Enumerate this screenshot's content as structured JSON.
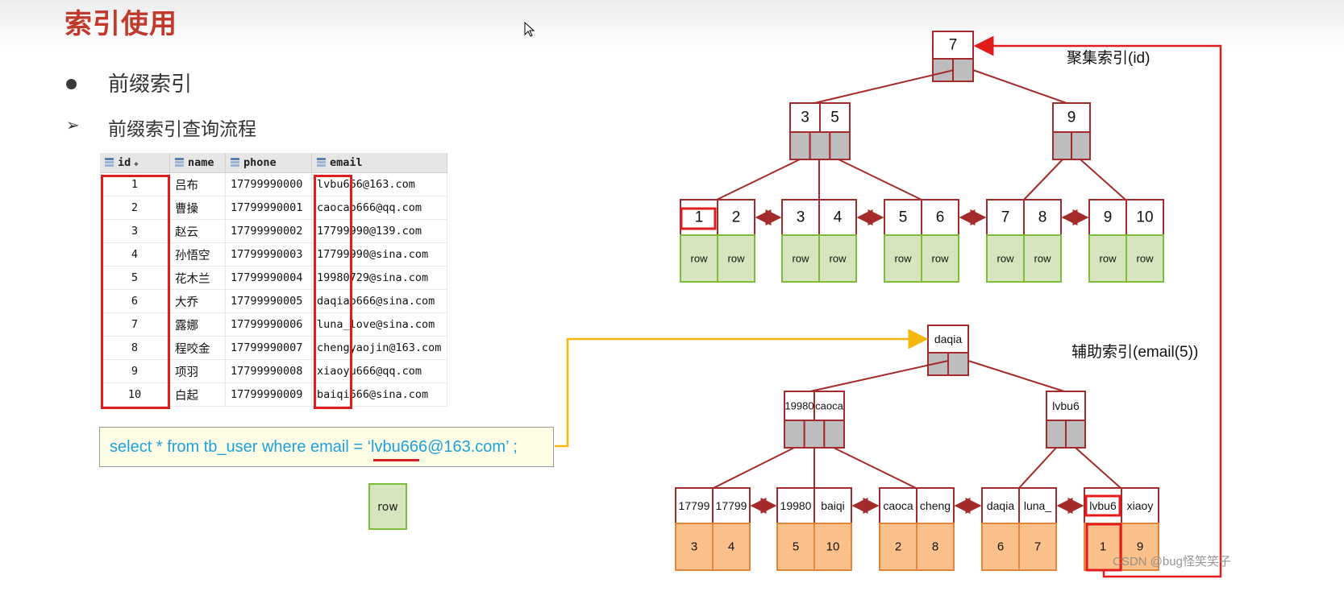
{
  "header": {
    "title": "索引使用"
  },
  "bullets": [
    {
      "marker": "dot",
      "text": "前缀索引"
    },
    {
      "marker": "arrow",
      "text": "前缀索引查询流程"
    }
  ],
  "table": {
    "columns": [
      "id",
      "name",
      "phone",
      "email"
    ],
    "rows": [
      [
        "1",
        "吕布",
        "17799990000",
        "lvbu666@163.com"
      ],
      [
        "2",
        "曹操",
        "17799990001",
        "caocao666@qq.com"
      ],
      [
        "3",
        "赵云",
        "17799990002",
        "17799990@139.com"
      ],
      [
        "4",
        "孙悟空",
        "17799990003",
        "17799990@sina.com"
      ],
      [
        "5",
        "花木兰",
        "17799990004",
        "19980729@sina.com"
      ],
      [
        "6",
        "大乔",
        "17799990005",
        "daqiao666@sina.com"
      ],
      [
        "7",
        "露娜",
        "17799990006",
        "luna_love@sina.com"
      ],
      [
        "8",
        "程咬金",
        "17799990007",
        "chengyaojin@163.com"
      ],
      [
        "9",
        "项羽",
        "17799990008",
        "xiaoyu666@qq.com"
      ],
      [
        "10",
        "白起",
        "17799990009",
        "baiqi666@sina.com"
      ]
    ]
  },
  "query": {
    "sql": "select * from tb_user where email = ‘lvbu666@163.com’ ;"
  },
  "standalone_row": "row",
  "clustered_index": {
    "label": "聚集索引(id)",
    "root": [
      "7"
    ],
    "internal": [
      [
        "3",
        "5"
      ],
      [
        "9"
      ]
    ],
    "leaves": [
      [
        "1",
        "2"
      ],
      [
        "3",
        "4"
      ],
      [
        "5",
        "6"
      ],
      [
        "7",
        "8"
      ],
      [
        "9",
        "10"
      ]
    ],
    "leaf_data": "row"
  },
  "secondary_index": {
    "label": "辅助索引(email(5))",
    "root": [
      "daqia"
    ],
    "internal": [
      [
        "19980",
        "caoca"
      ],
      [
        "lvbu6"
      ]
    ],
    "leaves": [
      {
        "keys": [
          "17799",
          "17799"
        ],
        "ids": [
          "3",
          "4"
        ]
      },
      {
        "keys": [
          "19980",
          "baiqi"
        ],
        "ids": [
          "5",
          "10"
        ]
      },
      {
        "keys": [
          "caoca",
          "cheng"
        ],
        "ids": [
          "2",
          "8"
        ]
      },
      {
        "keys": [
          "daqia",
          "luna_"
        ],
        "ids": [
          "6",
          "7"
        ]
      },
      {
        "keys": [
          "lvbu6",
          "xiaoy"
        ],
        "ids": [
          "1",
          "9"
        ]
      }
    ]
  },
  "colors": {
    "accent_red": "#e21c1c",
    "title_red": "#c0392b",
    "node_border": "#a52a2a",
    "pointer_gray": "#bdbdbd",
    "row_green": "#d6e5bd",
    "id_orange": "#fcc08a",
    "sql_blue": "#1ea0db",
    "connector_yellow": "#f5b80a"
  },
  "watermark": "CSDN @bug怪笑笑子"
}
